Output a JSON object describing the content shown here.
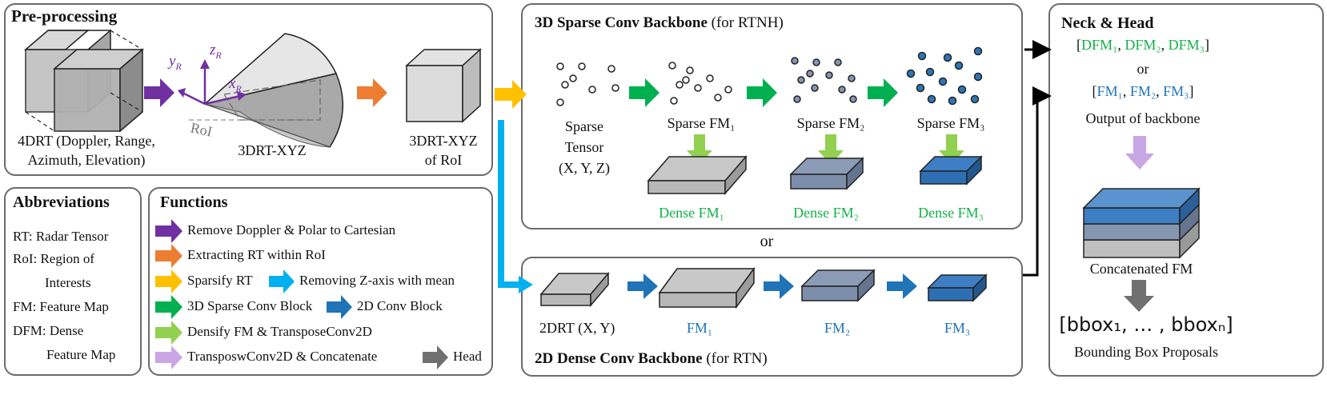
{
  "preprocessing": {
    "title": "Pre-processing",
    "label_4drt_line1": "4DRT (Doppler, Range,",
    "label_4drt_line2": "Azimuth, Elevation)",
    "label_3drt": "3DRT-XYZ",
    "roi": "RoI",
    "axis_x": "x",
    "axis_y": "y",
    "axis_z": "z",
    "axis_sub": "R",
    "label_roi_line1": "3DRT-XYZ",
    "label_roi_line2": "of RoI"
  },
  "sparse_backbone": {
    "title": "3D Sparse Conv Backbone",
    "subtitle": "(for RTNH)",
    "tensor_line1": "Sparse",
    "tensor_line2": "Tensor",
    "tensor_line3": "(X, Y, Z)",
    "fm1": "Sparse FM₁",
    "fm2": "Sparse FM₂",
    "fm3": "Sparse FM₃",
    "dense1": "Dense FM₁",
    "dense2": "Dense FM₂",
    "dense3": "Dense FM₃"
  },
  "or_label": "or",
  "dense_backbone": {
    "title": "2D Dense Conv Backbone",
    "subtitle": "(for RTN)",
    "drt": "2DRT (X, Y)",
    "fm1": "FM₁",
    "fm2": "FM₂",
    "fm3": "FM₃"
  },
  "neck_head": {
    "title": "Neck & Head",
    "bracket_open": "[",
    "bracket_close": "]",
    "comma": ", ",
    "dfm1": "DFM₁",
    "dfm2": "DFM₂",
    "dfm3": "DFM₃",
    "or": "or",
    "fm1": "FM₁",
    "fm2": "FM₂",
    "fm3": "FM₃",
    "output": "Output of backbone",
    "concat": "Concatenated FM",
    "bbox": "[bbox₁, … , bboxₙ]",
    "proposals": "Bounding Box Proposals"
  },
  "abbreviations": {
    "title": "Abbreviations",
    "rt": "RT: Radar Tensor",
    "roi_line1": "RoI: Region of",
    "roi_line2": "Interests",
    "fm": "FM: Feature Map",
    "dfm_line1": "DFM: Dense",
    "dfm_line2": "Feature Map"
  },
  "functions": {
    "title": "Functions",
    "f1": "Remove Doppler & Polar to Cartesian",
    "f2": "Extracting RT within RoI",
    "f3a": "Sparsify RT",
    "f3b": "Removing Z-axis with mean",
    "f4a": "3D Sparse Conv Block",
    "f4b": "2D Conv Block",
    "f5": "Densify FM & TransposeConv2D",
    "f6a": "TransposwConv2D & Concatenate",
    "f6b": "Head"
  },
  "colors": {
    "purple": "#7030a0",
    "orange": "#ed7d31",
    "yellow": "#ffc000",
    "cyan": "#00b0f0",
    "green": "#00b050",
    "blue": "#1f73b7",
    "light_green": "#92d050",
    "lavender": "#c9a6e4",
    "gray": "#707070",
    "text_green": "#12b04a",
    "text_blue": "#1f73b7"
  },
  "icons": [
    "cube-icon",
    "radar-fan-icon",
    "sparse-points-icon",
    "feature-map-slab-icon",
    "block-arrow-icon",
    "stacked-fm-icon"
  ]
}
